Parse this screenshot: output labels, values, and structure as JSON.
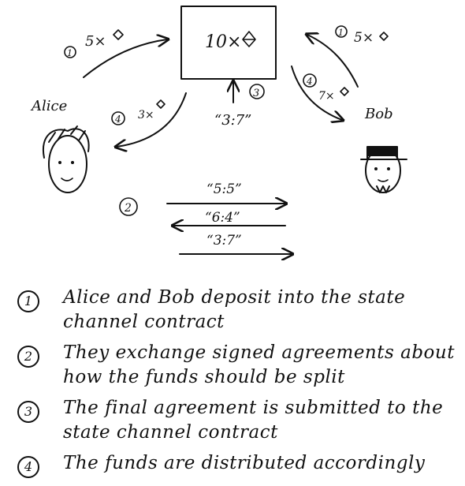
{
  "diagram": {
    "contract_box": "10×",
    "deposit_alice": "5×",
    "deposit_bob": "5×",
    "return_alice": "3×",
    "return_bob": "7×",
    "final_agreement": "“3:7”",
    "agreements": [
      "“5:5”",
      "“6:4”",
      "“3:7”"
    ],
    "alice_label": "Alice",
    "bob_label": "Bob",
    "step_markers": {
      "one_left": "1",
      "one_right": "1",
      "two": "2",
      "three": "3",
      "four_left": "4",
      "four_right": "4"
    }
  },
  "steps": [
    {
      "num": "1",
      "text": "Alice and Bob deposit into the state channel contract"
    },
    {
      "num": "2",
      "text": "They exchange signed agreements about how the funds should be split"
    },
    {
      "num": "3",
      "text": "The final agreement is submitted to the state channel contract"
    },
    {
      "num": "4",
      "text": "The funds are distributed accordingly"
    }
  ]
}
